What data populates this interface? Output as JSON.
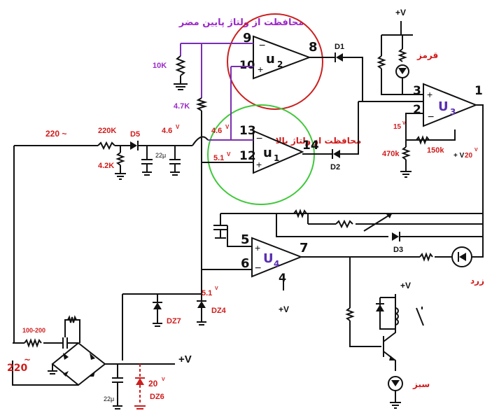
{
  "title_u2": "محافظت از ولتاژ پایین مضر",
  "title_u1": "محافظت از ولتاژ بالا",
  "opamps": {
    "u2": {
      "label": "u",
      "sub": "2",
      "pin_minus": "9",
      "pin_plus": "10",
      "pin_out": "8"
    },
    "u1": {
      "label": "u",
      "sub": "1",
      "pin_minus": "13",
      "pin_plus": "12",
      "pin_out": "14"
    },
    "u3": {
      "label": "U",
      "sub": "3",
      "pin_plus": "3",
      "pin_minus": "2",
      "pin_out": "1"
    },
    "u4": {
      "label": "U",
      "sub": "4",
      "pin_plus": "5",
      "pin_minus": "6",
      "pin_out": "7",
      "pin_gnd": "4"
    }
  },
  "diodes": {
    "d1": "D1",
    "d2": "D2",
    "d3": "D3",
    "d5": "D5"
  },
  "zeners": {
    "dz4": "DZ4",
    "dz6": "DZ6",
    "dz7": "DZ7"
  },
  "values": {
    "r10k": "10K",
    "r47k": "4.7K",
    "r220k": "220K",
    "r42k": "4.2K",
    "r470k": "470k",
    "r150k": "150k",
    "ac_in": "220 ~",
    "ac_in2": "220",
    "ac_tilde": "~",
    "r100_200": "100-200",
    "v46a": "4.6",
    "v46b": "4.6",
    "v51": "5.1",
    "v51b": "5.1",
    "v15": "15",
    "v20": "20",
    "v20b": "20",
    "volt_unit": "V",
    "plus_v": "+V",
    "plus_v20": "+ V",
    "cap22": "22μ",
    "cap22b": "22μ"
  },
  "leds": {
    "red": "قرمز",
    "yellow": "زرد",
    "green": "سبز"
  },
  "colors": {
    "purple_label": "#9b2ac7",
    "red_label": "#d11a1a",
    "red_circle": "#cc1f1f",
    "green_circle": "#3fc83a",
    "wire_purple": "#7a2fb0"
  }
}
